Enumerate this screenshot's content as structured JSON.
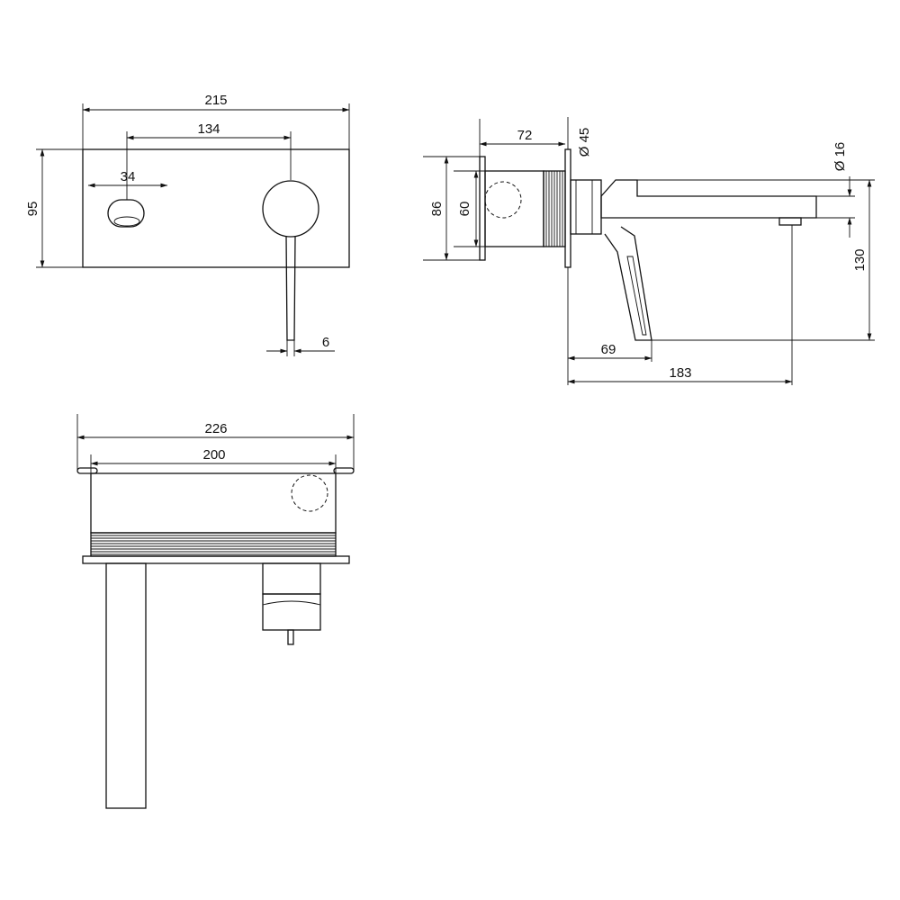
{
  "dimensions": {
    "front_overall_width": "215",
    "front_spout_to_handle": "134",
    "front_outlet_width": "34",
    "front_height": "95",
    "front_handle_width": "6",
    "side_body_depth": "72",
    "side_flange_diameter": "Ø 45",
    "side_spout_diameter": "Ø 16",
    "side_plate_height": "86",
    "side_body_height": "60",
    "side_total_height": "130",
    "side_handle_projection": "69",
    "side_spout_projection": "183",
    "top_overall_width": "226",
    "top_body_width": "200"
  }
}
